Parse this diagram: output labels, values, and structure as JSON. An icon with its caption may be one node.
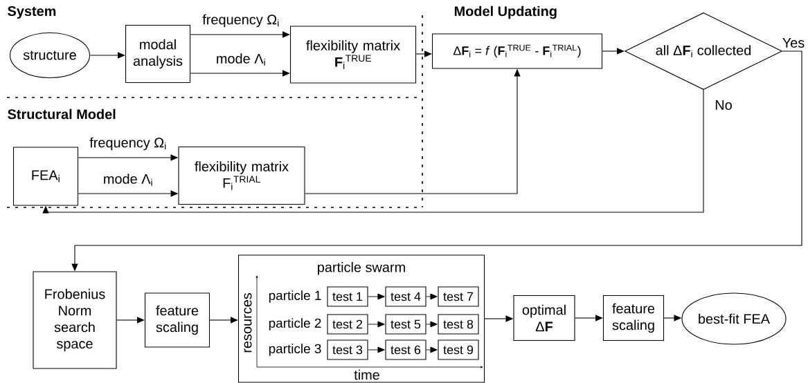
{
  "diagram": {
    "nodes": [
      {
        "text": [
          "structure"
        ]
      },
      {
        "text": [
          "modal analysis"
        ]
      },
      {
        "text": [
          "flexibility matrix",
          "**F**$_{i}$$^{TRUE}$"
        ]
      },
      {
        "text": [
          "FEA$_{i}$"
        ]
      },
      {
        "text": [
          "flexibility matrix",
          "F$_{i}$$^{TRIAL}$"
        ]
      },
      {
        "text": [
          "Δ**F**$_{i}$ = *f* (**F**$_{i}$$^{TRUE}$ - **F**$_{i}$$^{TRIAL}$)"
        ]
      },
      {
        "text": [
          "all Δ**F**$_{i}$ collected"
        ]
      },
      {
        "text": [
          "Frobenius Norm search space"
        ]
      },
      {
        "text": [
          "feature scaling"
        ]
      },
      {
        "text": [
          "particle swarm",
          "particle 1",
          "particle 2",
          "particle 3",
          "resources",
          "time"
        ]
      },
      {
        "text": [
          "test 1"
        ],
        "in": 9
      },
      {
        "text": [
          "test 4"
        ],
        "in": 9
      },
      {
        "text": [
          "test 7"
        ],
        "in": 9
      },
      {
        "text": [
          "test 2"
        ],
        "in": 9
      },
      {
        "text": [
          "test 5"
        ],
        "in": 9
      },
      {
        "text": [
          "test 8"
        ],
        "in": 9
      },
      {
        "text": [
          "test 3"
        ],
        "in": 9
      },
      {
        "text": [
          "test 6"
        ],
        "in": 9
      },
      {
        "text": [
          "test 9"
        ],
        "in": 9
      },
      {
        "text": [
          "optimal Δ**F**"
        ]
      },
      {
        "text": [
          "feature scaling"
        ]
      },
      {
        "text": [
          "best-fit FEA"
        ]
      }
    ],
    "edges": [
      {
        "from": 0,
        "to": 1,
        "arrow": "to"
      },
      {
        "from": 1,
        "to": 2,
        "arrow": "to",
        "label": "frequency Ω$_{i}$"
      },
      {
        "from": 1,
        "to": 2,
        "arrow": "to",
        "label": "mode Λ$_{i}$"
      },
      {
        "from": 2,
        "to": 5,
        "arrow": "to"
      },
      {
        "from": 3,
        "to": 4,
        "arrow": "to",
        "label": "frequency Ω$_{i}$"
      },
      {
        "from": 3,
        "to": 4,
        "arrow": "to",
        "label": "mode Λ$_{i}$"
      },
      {
        "from": 4,
        "to": 5,
        "arrow": "to"
      },
      {
        "from": 5,
        "to": 6,
        "arrow": "to"
      },
      {
        "from": 6,
        "to": 3,
        "arrow": "to",
        "label": "No"
      },
      {
        "from": 6,
        "to": 7,
        "arrow": "to",
        "label": "Yes"
      },
      {
        "from": 7,
        "to": 8,
        "arrow": "to"
      },
      {
        "from": 8,
        "to": 9,
        "arrow": "to"
      },
      {
        "from": 10,
        "to": 11,
        "arrow": "to"
      },
      {
        "from": 11,
        "to": 12,
        "arrow": "to"
      },
      {
        "from": 13,
        "to": 14,
        "arrow": "to"
      },
      {
        "from": 14,
        "to": 15,
        "arrow": "to"
      },
      {
        "from": 16,
        "to": 17,
        "arrow": "to"
      },
      {
        "from": 17,
        "to": 18,
        "arrow": "to"
      },
      {
        "from": 9,
        "to": 19,
        "arrow": "to"
      },
      {
        "from": 19,
        "to": 20,
        "arrow": "to"
      },
      {
        "from": 20,
        "to": 21,
        "arrow": "to"
      }
    ],
    "labels": [
      "System",
      "Structural Model",
      "Model Updating"
    ]
  }
}
